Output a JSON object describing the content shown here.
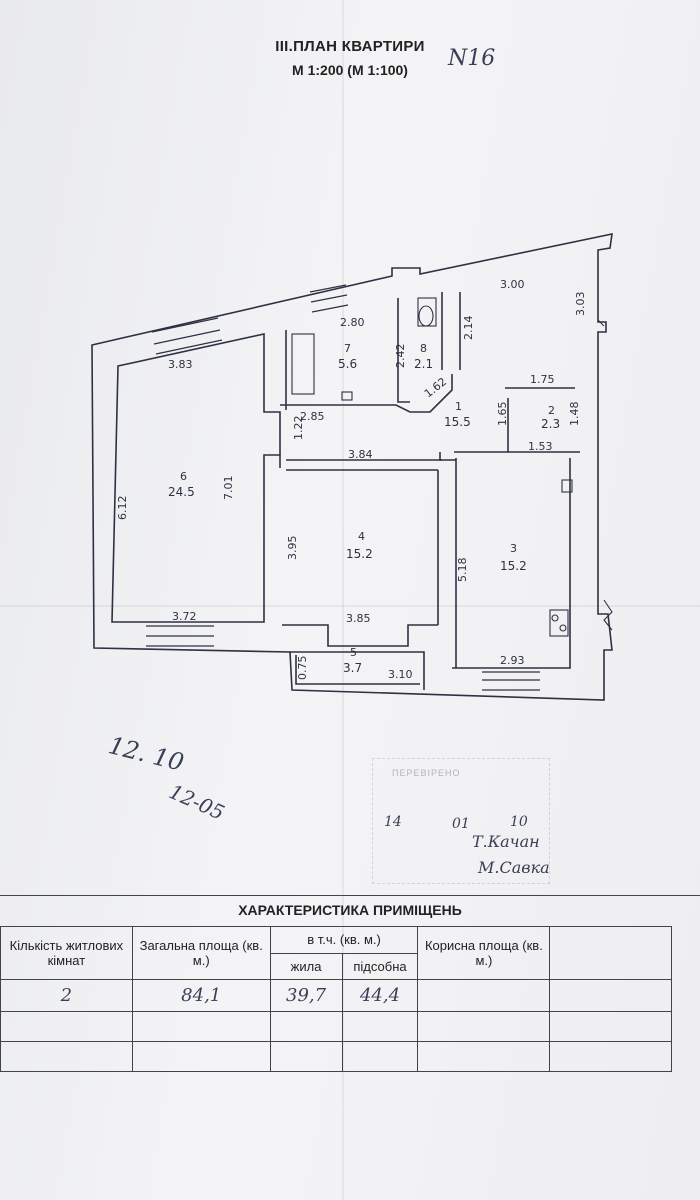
{
  "document": {
    "title": "III.ПЛАН КВАРТИРИ",
    "apartment_number_handwritten": "N16",
    "scale": "М 1:200 (М 1:100)"
  },
  "plan": {
    "rooms": [
      {
        "no": "1",
        "area": "15.5"
      },
      {
        "no": "2",
        "area": "2.3"
      },
      {
        "no": "3",
        "area": "15.2"
      },
      {
        "no": "4",
        "area": "15.2"
      },
      {
        "no": "5",
        "area": "3.7"
      },
      {
        "no": "6",
        "area": "24.5"
      },
      {
        "no": "7",
        "area": "5.6"
      },
      {
        "no": "8",
        "area": "2.1"
      }
    ],
    "dimensions": [
      "3.00",
      "3.03",
      "2.80",
      "2.14",
      "2.42",
      "3.83",
      "1.62",
      "1.75",
      "1.22",
      "2.85",
      "1.65",
      "1.48",
      "1.53",
      "3.84",
      "7.01",
      "6.12",
      "3.95",
      "5.18",
      "3.72",
      "3.85",
      "2.93",
      "0.75",
      "3.10"
    ]
  },
  "handwriting": {
    "date_1": "12. 10",
    "date_2": "12-05",
    "stamp_date": [
      "14",
      "01",
      "10"
    ],
    "signature_1": "Т.Качан",
    "signature_2": "М.Савка"
  },
  "stamp_text": "ПЕРЕВІРЕНО",
  "table": {
    "title": "ХАРАКТЕРИСТИКА ПРИМІЩЕНЬ",
    "headers": {
      "rooms_count": "Кількість житлових кімнат",
      "total_area": "Загальна площа (кв. м.)",
      "incl": "в т.ч. (кв. м.)",
      "living": "жила",
      "auxiliary": "підсобна",
      "useful_area": "Корисна площа (кв. м.)"
    },
    "values": {
      "rooms_count": "2",
      "total_area": "84,1",
      "living": "39,7",
      "auxiliary": "44,4",
      "useful_area": ""
    }
  },
  "colors": {
    "paper": "#f0f0f3",
    "ink": "#2e3142",
    "handwriting": "#3a3f57"
  }
}
